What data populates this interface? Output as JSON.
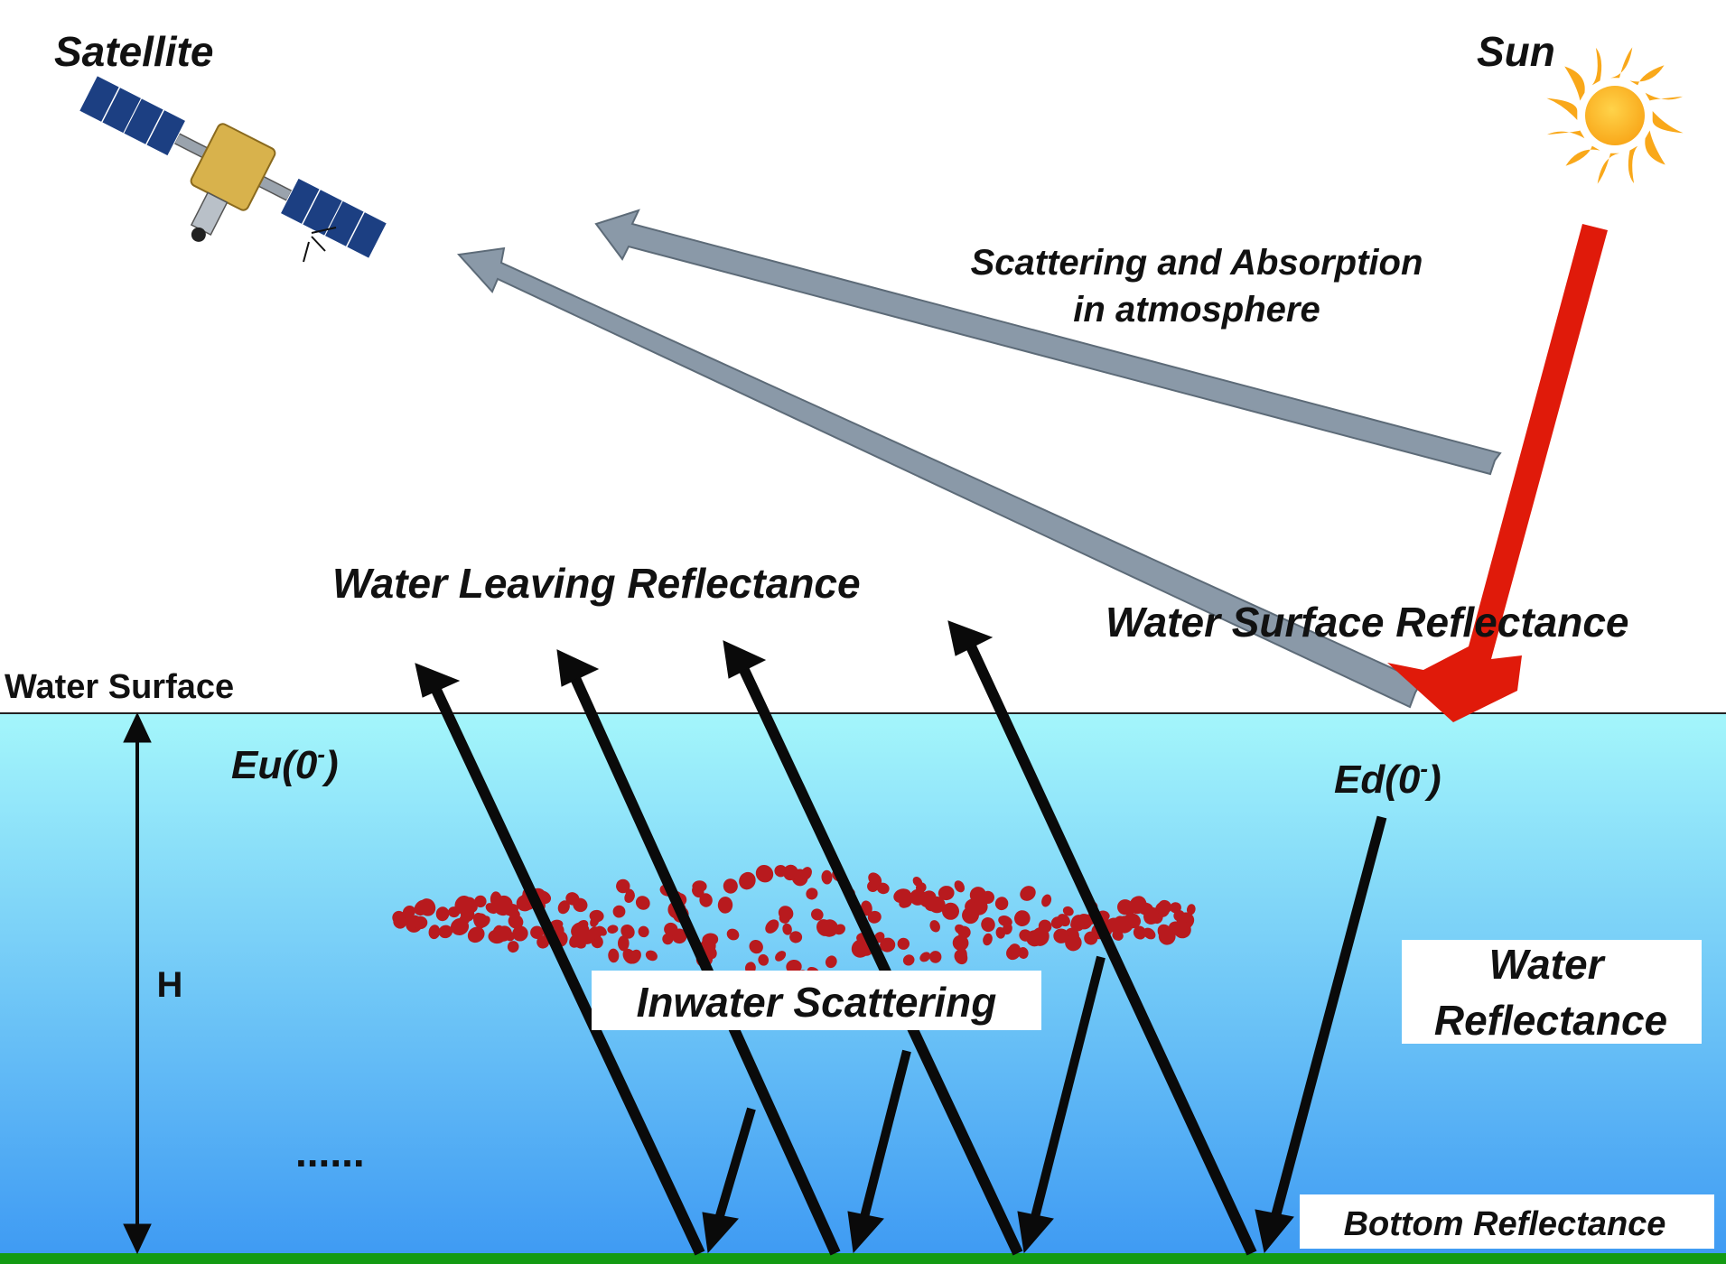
{
  "labels": {
    "satellite": "Satellite",
    "sun": "Sun",
    "atmosphere_line1": "Scattering  and Absorption",
    "atmosphere_line2": "in atmosphere",
    "water_leaving": "Water Leaving Reflectance",
    "water_surface_reflectance": "Water Surface Reflectance",
    "water_surface": "Water Surface",
    "eu": "Eu(0",
    "ed": "Ed(0",
    "superscript": "-",
    "close_paren": ")",
    "height": "H",
    "inwater_scattering": "Inwater Scattering",
    "water_reflectance_line1": "Water",
    "water_reflectance_line2": "Reflectance",
    "bottom_reflectance": "Bottom Reflectance",
    "ellipsis": "......"
  },
  "colors": {
    "sky": "#ffffff",
    "water_top": "#a4f6fb",
    "water_bottom": "#3f9bf3",
    "bottom_band": "#139a13",
    "sun_ray": "#e01a0a",
    "atmosphere_arrow": "#8a99a8",
    "light_path": "#0a0a0a",
    "particles": "#b81a1e",
    "sun_core": "#f9a81a",
    "satellite_panel": "#1c3f82",
    "satellite_body": "#d8b24c"
  },
  "icons": {
    "satellite": "satellite-icon",
    "sun": "sun-icon"
  }
}
